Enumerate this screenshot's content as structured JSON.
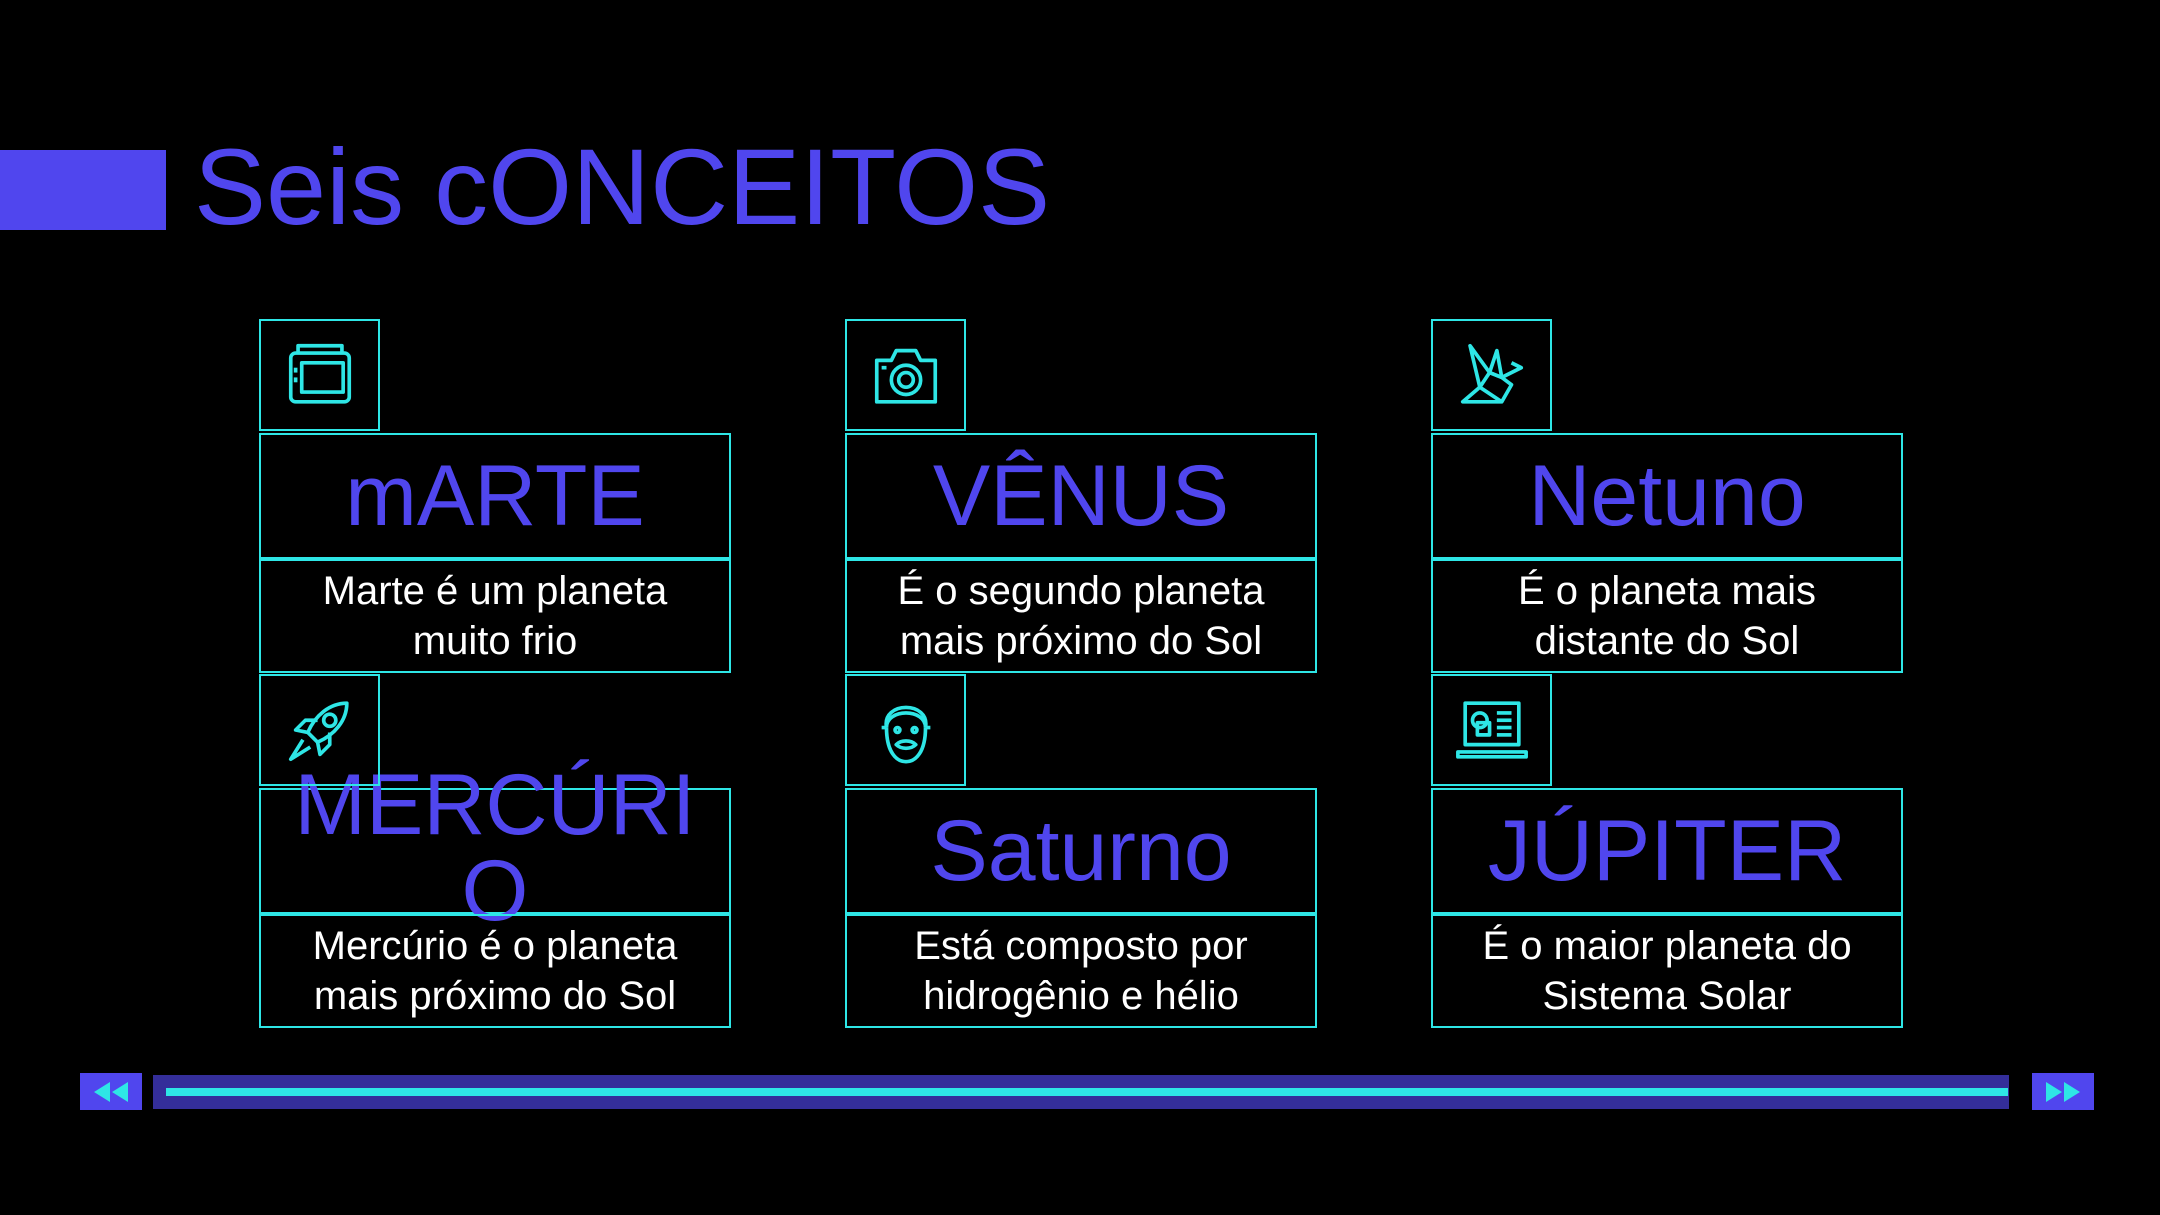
{
  "slide": {
    "title": "Seis cONCEITOS"
  },
  "cards": [
    {
      "icon": "drawing-tablet-icon",
      "heading": "mARTE",
      "description": "Marte é um planeta muito frio"
    },
    {
      "icon": "camera-icon",
      "heading": "VÊNUS",
      "description": "É o segundo planeta mais próximo do Sol"
    },
    {
      "icon": "origami-bird-icon",
      "heading": "Netuno",
      "description": "É o planeta mais distante do Sol"
    },
    {
      "icon": "rocket-icon",
      "heading": "MERCÚRIO",
      "description": "Mercúrio é o planeta mais próximo do Sol"
    },
    {
      "icon": "bearded-man-icon",
      "heading": "Saturno",
      "description": "Está composto por hidrogênio e hélio"
    },
    {
      "icon": "laptop-news-icon",
      "heading": "JÚPITER",
      "description": "É o maior planeta do Sistema Solar"
    }
  ],
  "player": {
    "prev_icon": "rewind-icon",
    "next_icon": "fast-forward-icon",
    "progress": 1.0
  },
  "colors": {
    "accent": "#5046ee",
    "outline": "#2ee6e6",
    "text": "#ffffff",
    "background": "#000000",
    "track": "#342e9a"
  }
}
